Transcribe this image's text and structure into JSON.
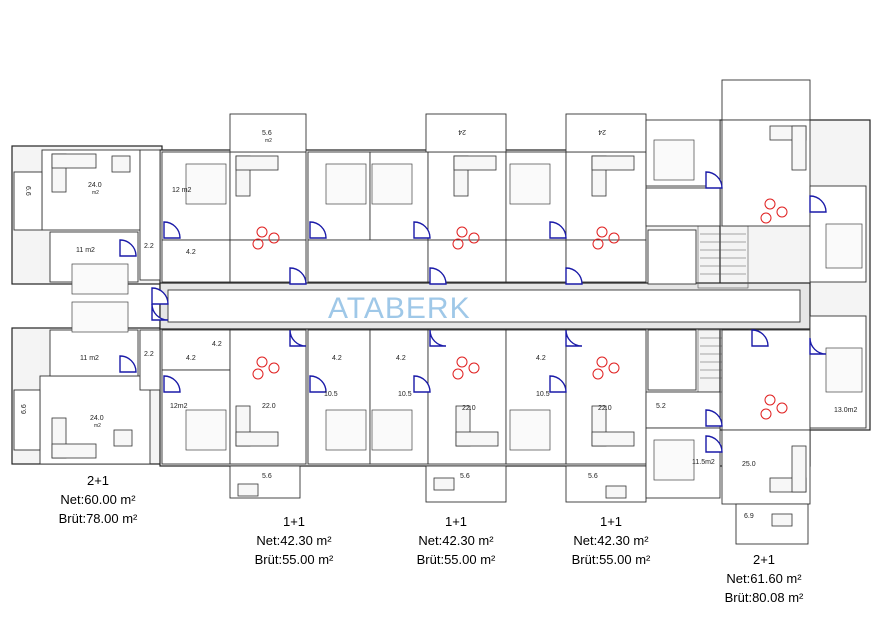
{
  "brand": {
    "watermark": "ATABERK"
  },
  "units": [
    {
      "type": "2+1",
      "net": "Net:60.00 m²",
      "gross": "Brüt:78.00 m²"
    },
    {
      "type": "1+1",
      "net": "Net:42.30 m²",
      "gross": "Brüt:55.00 m²"
    },
    {
      "type": "1+1",
      "net": "Net:42.30 m²",
      "gross": "Brüt:55.00 m²"
    },
    {
      "type": "1+1",
      "net": "Net:42.30 m²",
      "gross": "Brüt:55.00 m²"
    },
    {
      "type": "2+1",
      "net": "Net:61.60 m²",
      "gross": "Brüt:80.08 m²"
    }
  ],
  "room_labels": {
    "top_left_balcony": "6.6",
    "top_left_living": "24.0",
    "top_left_bed": "11 m2",
    "top_left_bed2": "12 m2",
    "top_left_hall": "2.2",
    "top_left_bath": "4.2",
    "bottom_left_bed": "11 m2",
    "bottom_left_balcony": "6.6",
    "bottom_left_living": "24.0",
    "bottom_left_bed2": "12m2",
    "bottom_left_hall": "2.2",
    "bottom_left_bath": "4.2",
    "top_balcony_a": "5.6",
    "top_balcony_b": "24",
    "top_balcony_c": "24",
    "unit_living_a": "22.0",
    "unit_living_b": "22.0",
    "unit_living_c": "22.0",
    "unit_bed_a": "10.5",
    "unit_bed_b": "10.5",
    "unit_bed_c": "10.5",
    "unit_bath_a": "4.2",
    "unit_bath_b": "4.2",
    "unit_bath_c": "4.2",
    "unit_bath_d": "4.2",
    "bottom_balcony_a": "5.6",
    "bottom_balcony_b": "5.6",
    "bottom_balcony_c": "5.6",
    "right_bath": "5.2",
    "right_bed": "11.5m2",
    "right_living": "25.0",
    "right_bed2": "13.0m2",
    "right_balcony": "6.9",
    "unit_m2": "m2"
  }
}
